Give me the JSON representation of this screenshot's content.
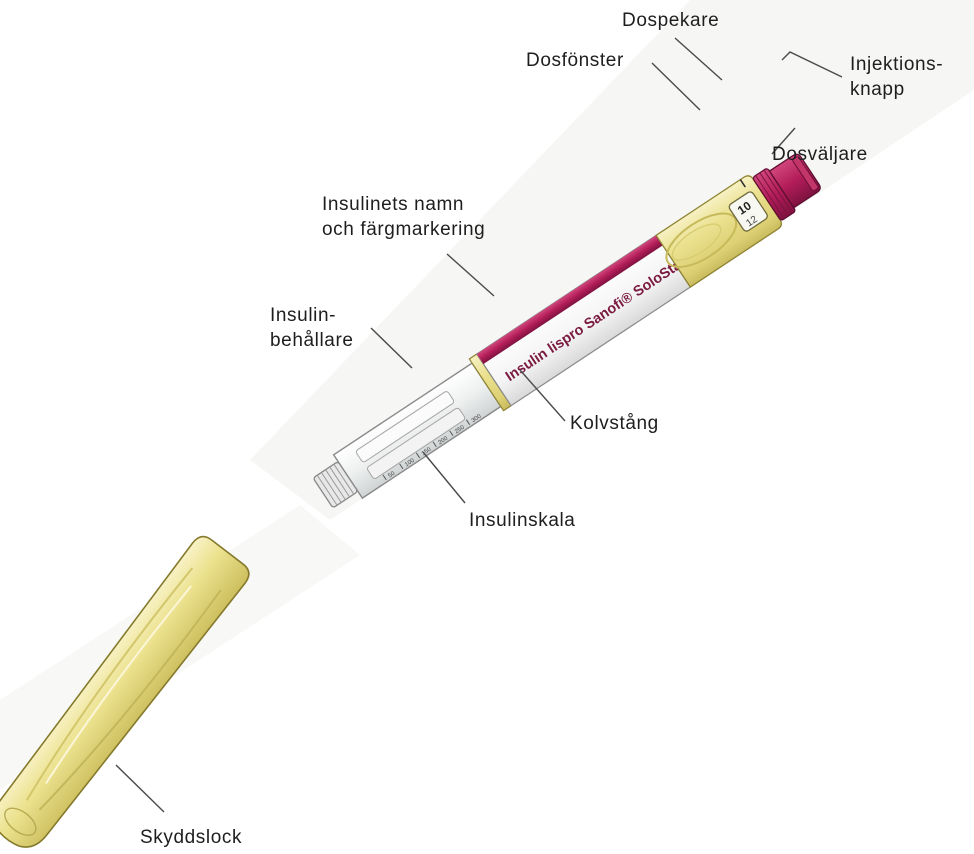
{
  "labels": {
    "dospekare": "Dospekare",
    "dosfonster": "Dosfönster",
    "injektionsknapp_line1": "Injektions-",
    "injektionsknapp_line2": "knapp",
    "dosvaljare": "Dosväljare",
    "insulin_name_line1": "Insulinets namn",
    "insulin_name_line2": "och färgmarkering",
    "insulinbehallare_line1": "Insulin-",
    "insulinbehallare_line2": "behållare",
    "kolvstang": "Kolvstång",
    "insulinskala": "Insulinskala",
    "skyddslock": "Skyddslock"
  },
  "pen": {
    "label_text": "Insulin lispro Sanofi® SoloStar®",
    "dose_window_values": [
      "10",
      "12"
    ],
    "scale_values": [
      "300",
      "250",
      "200",
      "150",
      "100",
      "50"
    ]
  },
  "colors": {
    "pen_yellow": "#e9e08a",
    "magenta": "#9c2150",
    "injection_button": "#b51d5b",
    "outline": "#555555"
  }
}
